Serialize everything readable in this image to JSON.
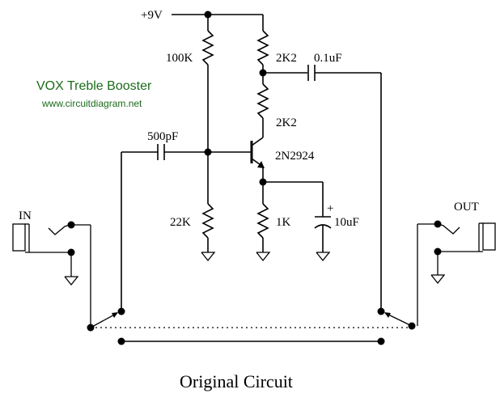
{
  "title": "VOX Treble Booster",
  "website": "www.circuitdiagram.net",
  "caption": "Original Circuit",
  "supply_label": "+9V",
  "components": {
    "r_bias_top": "100K",
    "r_bias_bottom": "22K",
    "r_collector_top": "2K2",
    "r_collector_mid": "2K2",
    "r_emitter": "1K",
    "c_input": "500pF",
    "c_output": "0.1uF",
    "c_emitter": "10uF",
    "c_emitter_polarity": "+",
    "transistor": "2N2924"
  },
  "jacks": {
    "input": "IN",
    "output": "OUT"
  },
  "colors": {
    "title": "#1a6b1a",
    "ink": "#000000",
    "background": "#ffffff"
  }
}
